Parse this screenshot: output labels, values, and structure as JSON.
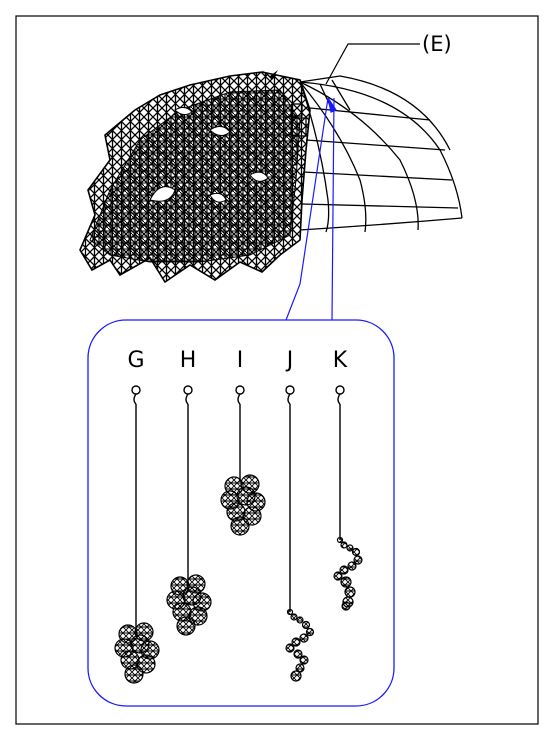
{
  "callout": {
    "label": "(E)"
  },
  "pendants": [
    {
      "label": "G",
      "type": "cluster"
    },
    {
      "label": "H",
      "type": "cluster"
    },
    {
      "label": "I",
      "type": "cluster"
    },
    {
      "label": "J",
      "type": "chain"
    },
    {
      "label": "K",
      "type": "chain"
    }
  ],
  "colors": {
    "line": "#000000",
    "leader": "#1a1aff",
    "frame": "#000000"
  }
}
